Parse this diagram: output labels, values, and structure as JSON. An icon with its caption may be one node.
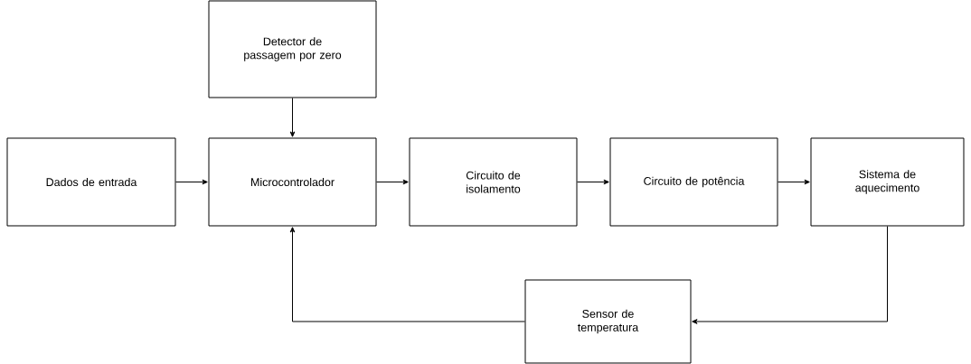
{
  "diagram": {
    "nodes": [
      {
        "text": [
          "Detector de passagem por zero"
        ]
      },
      {
        "text": [
          "Dados de entrada"
        ]
      },
      {
        "text": [
          "Microcontrolador"
        ]
      },
      {
        "text": [
          "Circuito de isolamento"
        ]
      },
      {
        "text": [
          "Circuito de potência"
        ]
      },
      {
        "text": [
          "Sistema de aquecimento"
        ]
      },
      {
        "text": [
          "Sensor de temperatura"
        ]
      }
    ],
    "edges": [
      {
        "from": 0,
        "to": 2,
        "arrow": "to"
      },
      {
        "from": 1,
        "to": 2,
        "arrow": "to"
      },
      {
        "from": 2,
        "to": 3,
        "arrow": "to"
      },
      {
        "from": 3,
        "to": 4,
        "arrow": "to"
      },
      {
        "from": 4,
        "to": 5,
        "arrow": "to"
      },
      {
        "from": 5,
        "to": 6,
        "arrow": "to"
      },
      {
        "from": 6,
        "to": 2,
        "arrow": "to"
      }
    ]
  }
}
